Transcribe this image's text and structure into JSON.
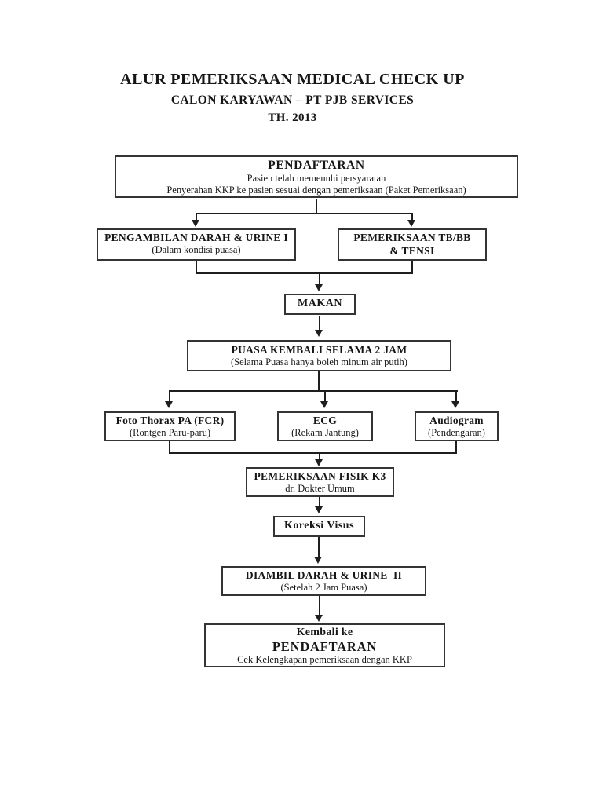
{
  "page": {
    "background": "#ffffff",
    "ink_color": "#1e1e1e",
    "title_line1": "ALUR PEMERIKSAAN MEDICAL CHECK UP",
    "title_line2": "CALON KARYAWAN – PT PJB SERVICES",
    "title_line3": "TH. 2013"
  },
  "flow": {
    "type": "flowchart",
    "nodes": {
      "pendaftaran": {
        "title": "PENDAFTARAN",
        "line1": "Pasien telah memenuhi persyaratan",
        "line2": "Penyerahan KKP ke pasien sesuai dengan pemeriksaan (Paket Pemeriksaan)"
      },
      "darah_urine_1": {
        "title": "PENGAMBILAN DARAH & URINE I",
        "subtitle": "(Dalam kondisi puasa)"
      },
      "tb_bb_tensi": {
        "title_line1": "PEMERIKSAAN TB/BB",
        "title_line2": "& TENSI"
      },
      "makan": {
        "title": "MAKAN"
      },
      "puasa": {
        "title": "PUASA KEMBALI SELAMA 2 JAM",
        "subtitle": "(Selama Puasa hanya boleh minum air putih)"
      },
      "foto_thorax": {
        "title": "Foto Thorax PA (FCR)",
        "subtitle": "(Rontgen Paru-paru)"
      },
      "ecg": {
        "title": "ECG",
        "subtitle": "(Rekam Jantung)"
      },
      "audiogram": {
        "title": "Audiogram",
        "subtitle": "(Pendengaran)"
      },
      "fisik_k3": {
        "title": "PEMERIKSAAN FISIK K3",
        "subtitle": "dr. Dokter Umum"
      },
      "koreksi_visus": {
        "title": "Koreksi Visus"
      },
      "darah_urine_2": {
        "title": "DIAMBIL DARAH & URINE  II",
        "subtitle": "(Setelah 2 Jam Puasa)"
      },
      "kembali": {
        "line1": "Kembali ke",
        "line2": "PENDAFTARAN",
        "line3": "Cek Kelengkapan pemeriksaan dengan KKP"
      }
    },
    "edges": [
      {
        "from": "pendaftaran",
        "to": "darah_urine_1"
      },
      {
        "from": "pendaftaran",
        "to": "tb_bb_tensi"
      },
      {
        "from": "darah_urine_1",
        "to": "makan"
      },
      {
        "from": "tb_bb_tensi",
        "to": "makan"
      },
      {
        "from": "makan",
        "to": "puasa"
      },
      {
        "from": "puasa",
        "to": "foto_thorax"
      },
      {
        "from": "puasa",
        "to": "ecg"
      },
      {
        "from": "puasa",
        "to": "audiogram"
      },
      {
        "from": "foto_thorax",
        "to": "fisik_k3"
      },
      {
        "from": "audiogram",
        "to": "fisik_k3"
      },
      {
        "from": "fisik_k3",
        "to": "koreksi_visus"
      },
      {
        "from": "koreksi_visus",
        "to": "darah_urine_2"
      },
      {
        "from": "darah_urine_2",
        "to": "kembali"
      }
    ]
  }
}
